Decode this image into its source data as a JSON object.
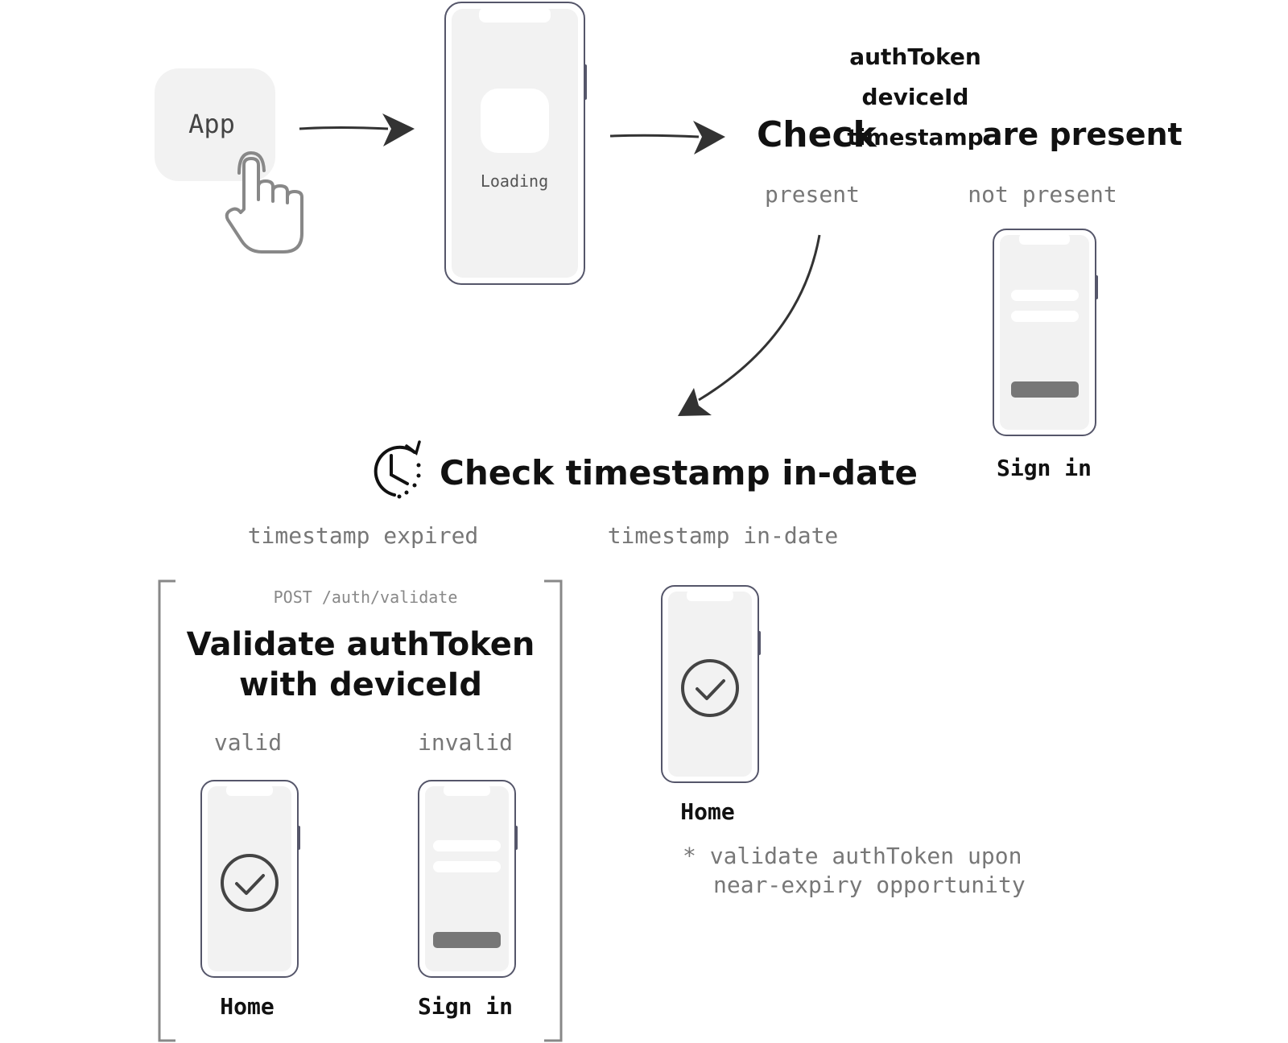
{
  "app": {
    "label": "App"
  },
  "loading": {
    "label": "Loading"
  },
  "check_present": {
    "word_check": "Check",
    "items": [
      "authToken",
      "deviceId",
      "timestamp"
    ],
    "word_suffix": "are present",
    "branch_present": "present",
    "branch_not_present": "not present"
  },
  "sign_in_top": {
    "label": "Sign in"
  },
  "check_timestamp": {
    "title": "Check timestamp in-date",
    "branch_expired": "timestamp expired",
    "branch_in_date": "timestamp in-date"
  },
  "validate": {
    "endpoint": "POST /auth/validate",
    "title_line1": "Validate authToken",
    "title_line2": "with deviceId",
    "branch_valid": "valid",
    "branch_invalid": "invalid",
    "home_label": "Home",
    "sign_in_label": "Sign in"
  },
  "home_right": {
    "label": "Home",
    "note_line1": "* validate authToken upon",
    "note_line2": "near-expiry opportunity"
  },
  "colors": {
    "ink": "#111111",
    "muted_text": "#777777",
    "phone_outline": "#55566a",
    "screen_fill": "#f2f2f2",
    "placeholder_bar": "#ffffff",
    "button_bar": "#777777"
  }
}
